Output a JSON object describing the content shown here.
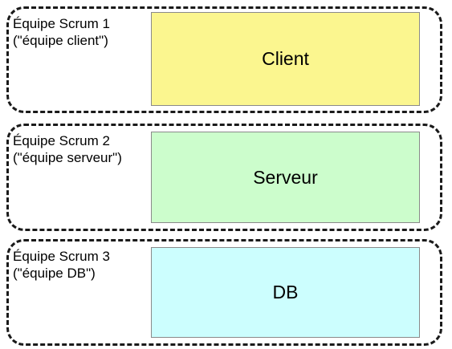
{
  "teams": [
    {
      "name": "Équipe Scrum 1",
      "alias": "(\"équipe client\")",
      "component": "Client",
      "color": "#fbf68f"
    },
    {
      "name": "Équipe Scrum 2",
      "alias": "(\"équipe serveur\")",
      "component": "Serveur",
      "color": "#ccfdcc"
    },
    {
      "name": "Équipe Scrum 3",
      "alias": "(\"équipe DB\")",
      "component": "DB",
      "color": "#ccfefe"
    }
  ]
}
